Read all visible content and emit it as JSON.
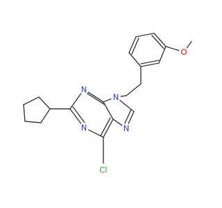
{
  "molecule": {
    "atom_labels": {
      "n1": "N",
      "n3": "N",
      "n7": "N",
      "n9": "N",
      "cl": "Cl",
      "o": "O"
    },
    "colors": {
      "bond": "#3a3a3a",
      "nitrogen": "#2b3fd6",
      "oxygen": "#e8191c",
      "chlorine": "#2fa52f"
    }
  }
}
